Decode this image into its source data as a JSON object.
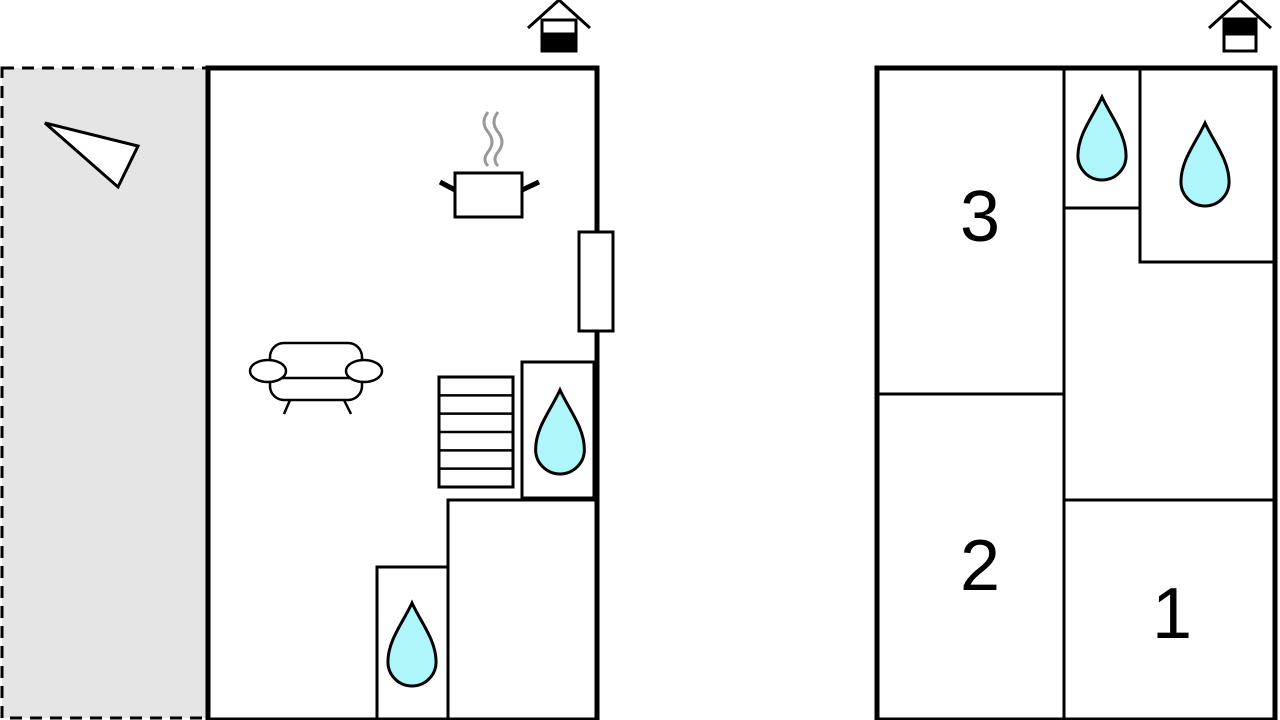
{
  "floors": [
    {
      "name": "ground-floor",
      "indicator": "ground",
      "rooms": []
    },
    {
      "name": "first-floor",
      "indicator": "upper",
      "rooms": [
        {
          "label": "3"
        },
        {
          "label": "2"
        },
        {
          "label": "1"
        }
      ]
    }
  ],
  "colors": {
    "water": "#aef6f9",
    "terrace": "#e5e5e5",
    "steam": "#999999"
  }
}
